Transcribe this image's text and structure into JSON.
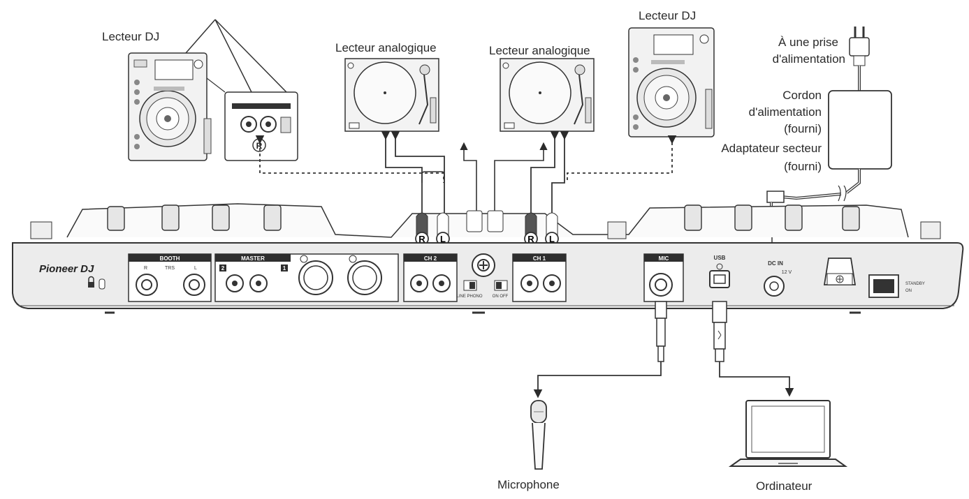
{
  "labels": {
    "dj_player_left": "Lecteur DJ",
    "turntable_left": "Lecteur analogique",
    "turntable_right": "Lecteur analogique",
    "dj_player_right": "Lecteur DJ",
    "power_outlet_line1": "À une prise",
    "power_outlet_line2": "d'alimentation",
    "power_cord_line1": "Cordon",
    "power_cord_line2": "d'alimentation",
    "power_cord_line3": "(fourni)",
    "ac_adapter_line1": "Adaptateur secteur",
    "ac_adapter_line2": "(fourni)",
    "microphone": "Microphone",
    "computer": "Ordinateur"
  },
  "panel": {
    "brand": "Pioneer DJ",
    "booth": "BOOTH",
    "master": "MASTER",
    "ch2": "CH 2",
    "ch1": "CH 1",
    "mic": "MIC",
    "usb": "USB",
    "dc_in": "DC IN",
    "dc_volt": "12 V",
    "trs": "TRS",
    "r": "R",
    "l": "L",
    "ch2_switch": "LINE  PHONO",
    "ch1_switch": "ON  OFF",
    "standby": "STANDBY",
    "on": "ON",
    "master_num_2": "2",
    "master_num_1": "1"
  },
  "plugs": {
    "r_ch2": "R",
    "l_ch2": "L",
    "r_ch1": "R",
    "l_ch1": "L",
    "inset_r": "R"
  },
  "colors": {
    "line": "#2b2b2b",
    "panel_fill": "#ececec",
    "label_fill": "#2e2e2e",
    "plug_red": "#555555",
    "plug_white": "#ffffff"
  }
}
